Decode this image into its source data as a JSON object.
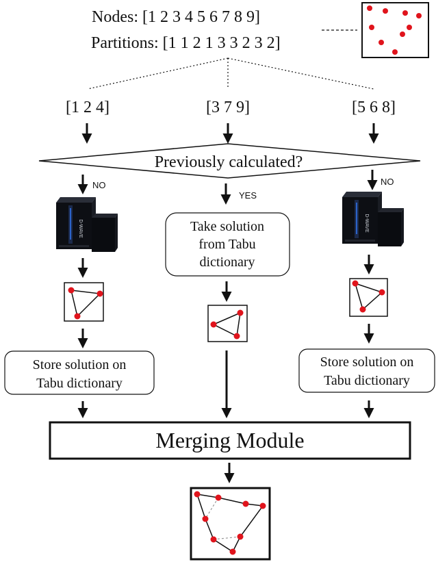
{
  "header": {
    "nodes_text": "Nodes: [1 2 3 4 5 6 7 8 9]",
    "partitions_text": "Partitions: [1 1 2 1 3 3 2 3 2]"
  },
  "partitions": [
    "[1 2 4]",
    "[3 7 9]",
    "[5 6 8]"
  ],
  "decision": {
    "label": "Previously calculated?"
  },
  "branches": {
    "left": {
      "answer": "NO",
      "store_line1": "Store solution on",
      "store_line2": "Tabu dictionary"
    },
    "middle": {
      "answer": "YES",
      "take_line1": "Take solution",
      "take_line2": "from Tabu",
      "take_line3": "dictionary"
    },
    "right": {
      "answer": "NO",
      "store_line1": "Store solution on",
      "store_line2": "Tabu dictionary"
    }
  },
  "computer": {
    "brand_label": "D-WAVE"
  },
  "merge": {
    "label": "Merging Module"
  },
  "colors": {
    "node": "#e0141c",
    "line": "#111111",
    "accent": "#2b63c9"
  }
}
